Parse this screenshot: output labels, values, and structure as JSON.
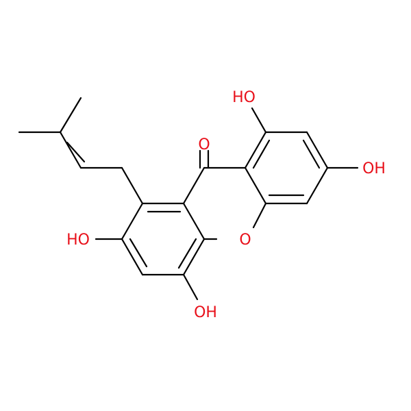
{
  "colors": {
    "bond": "#000000",
    "heteroatom": "#e8101a",
    "background": "#ffffff"
  },
  "labels": {
    "carbonyl_o": "O",
    "ring_o": "O",
    "oh_top": "HO",
    "oh_right": "OH",
    "oh_left": "HO",
    "oh_bottom": "OH"
  }
}
